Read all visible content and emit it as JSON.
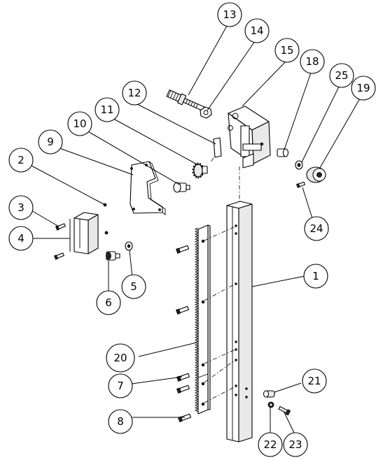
{
  "diagram": {
    "type": "exploded-parts-view",
    "callouts": [
      {
        "id": "13",
        "label": "13"
      },
      {
        "id": "14",
        "label": "14"
      },
      {
        "id": "15",
        "label": "15"
      },
      {
        "id": "18",
        "label": "18"
      },
      {
        "id": "25",
        "label": "25"
      },
      {
        "id": "19",
        "label": "19"
      },
      {
        "id": "12",
        "label": "12"
      },
      {
        "id": "11",
        "label": "11"
      },
      {
        "id": "10",
        "label": "10"
      },
      {
        "id": "9",
        "label": "9"
      },
      {
        "id": "2",
        "label": "2"
      },
      {
        "id": "3",
        "label": "3"
      },
      {
        "id": "4",
        "label": "4"
      },
      {
        "id": "24",
        "label": "24"
      },
      {
        "id": "1",
        "label": "1"
      },
      {
        "id": "5",
        "label": "5"
      },
      {
        "id": "6",
        "label": "6"
      },
      {
        "id": "20",
        "label": "20"
      },
      {
        "id": "21",
        "label": "21"
      },
      {
        "id": "7",
        "label": "7"
      },
      {
        "id": "8",
        "label": "8"
      },
      {
        "id": "22",
        "label": "22"
      },
      {
        "id": "23",
        "label": "23"
      }
    ]
  }
}
